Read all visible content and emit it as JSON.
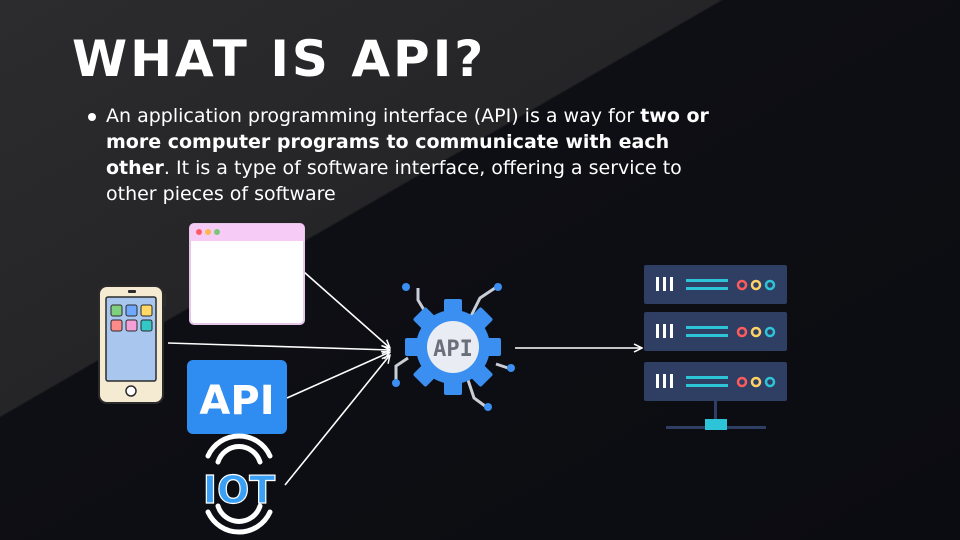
{
  "slide": {
    "title": "WHAT IS API?",
    "bullet": {
      "text_before": "An application programming interface (API) is a way for ",
      "text_bold": "two or more computer programs to communicate with each other",
      "text_after": ". It is a type of software interface, offering a service to other pieces of software"
    }
  },
  "diagram": {
    "api_badge_label": "API",
    "gear_label": "API",
    "iot_label": "IOT",
    "icons": [
      "smartphone-icon",
      "browser-window-icon",
      "api-badge-icon",
      "iot-icon",
      "api-gear-icon",
      "server-rack-icon"
    ],
    "colors": {
      "accent_blue": "#2f8cf0",
      "server_panel": "#2e3f63",
      "server_line": "#2ec4d8",
      "gear_blue": "#3b8ff0"
    }
  }
}
